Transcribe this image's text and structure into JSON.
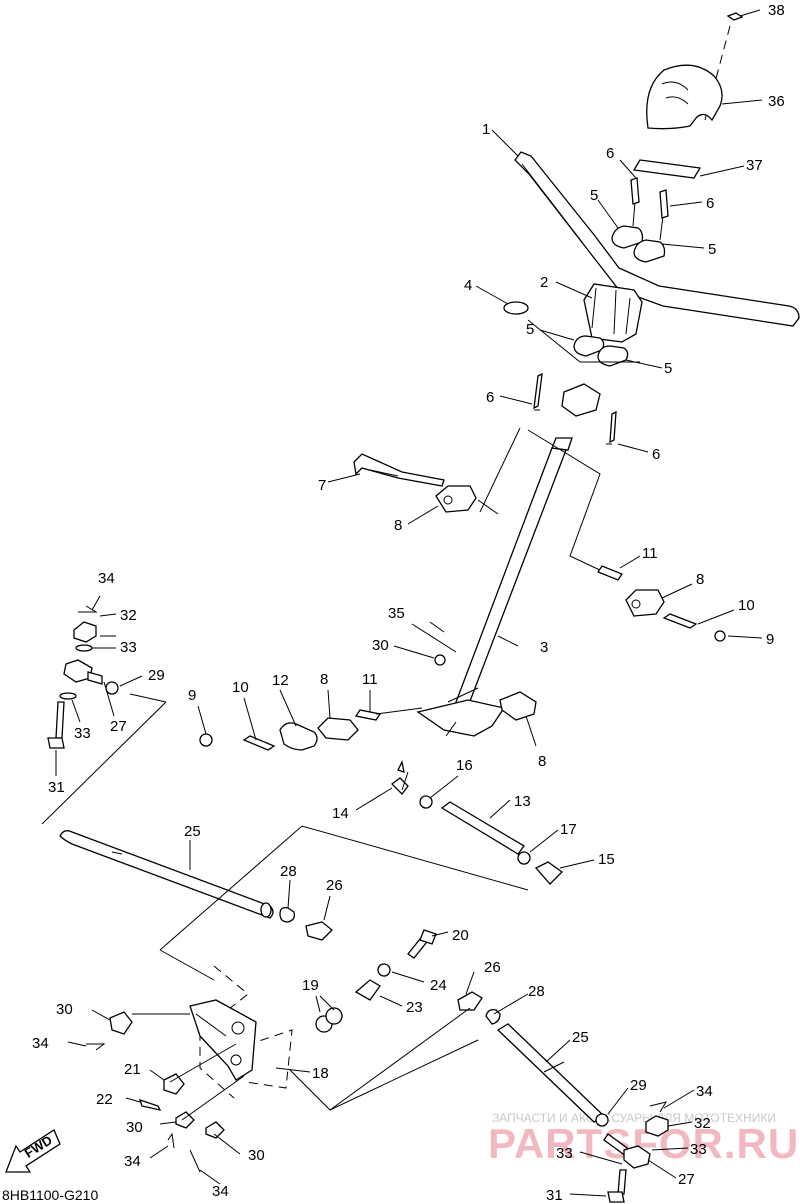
{
  "diagram_code": "8HB1100-G210",
  "fwd_label": "FWD",
  "watermark": {
    "line1": "ЗАПЧАСТИ И АКСЕССУАРЫ ДЛЯ МОТОТЕХНИКИ",
    "line2": "PARTSFOR.RU"
  },
  "callouts": {
    "c38": "38",
    "c36": "36",
    "c37": "37",
    "c1": "1",
    "c6a": "6",
    "c6b": "6",
    "c6c": "6",
    "c6d": "6",
    "c5a": "5",
    "c5b": "5",
    "c5c": "5",
    "c5d": "5",
    "c2": "2",
    "c4": "4",
    "c7": "7",
    "c8a": "8",
    "c8b": "8",
    "c8c": "8",
    "c8d": "8",
    "c11a": "11",
    "c11b": "11",
    "c10a": "10",
    "c10b": "10",
    "c9a": "9",
    "c9b": "9",
    "c3": "3",
    "c35": "35",
    "c30a": "30",
    "c30b": "30",
    "c30c": "30",
    "c30d": "30",
    "c34a": "34",
    "c34b": "34",
    "c34c": "34",
    "c34d": "34",
    "c34e": "34",
    "c32a": "32",
    "c32b": "32",
    "c33a": "33",
    "c33b": "33",
    "c33c": "33",
    "c33d": "33",
    "c29a": "29",
    "c29b": "29",
    "c27a": "27",
    "c27b": "27",
    "c31a": "31",
    "c31b": "31",
    "c12": "12",
    "c14": "14",
    "c16": "16",
    "c13": "13",
    "c17": "17",
    "c15": "15",
    "c25a": "25",
    "c25b": "25",
    "c28a": "28",
    "c28b": "28",
    "c26a": "26",
    "c26b": "26",
    "c20": "20",
    "c24": "24",
    "c19": "19",
    "c23": "23",
    "c18": "18",
    "c21": "21",
    "c22": "22"
  }
}
